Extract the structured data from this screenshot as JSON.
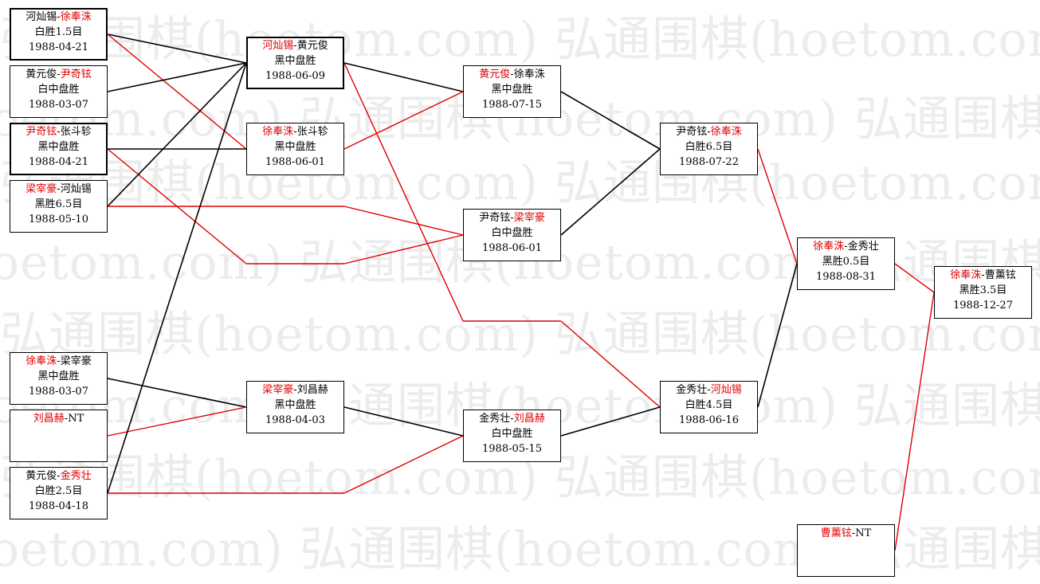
{
  "watermark": "弘通围棋(hoetom.com)",
  "colors": {
    "winner": "#e00000",
    "text": "#000000",
    "border": "#000000",
    "watermark": "#ececec"
  },
  "matches": [
    {
      "id": "r1m1",
      "p1": "河灿锡",
      "p2": "徐奉洙",
      "winner": "p2",
      "result": "白胜1.5目",
      "date": "1988-04-21"
    },
    {
      "id": "r1m2",
      "p1": "黄元俊",
      "p2": "尹奇铉",
      "winner": "p2",
      "result": "白中盘胜",
      "date": "1988-03-07"
    },
    {
      "id": "r1m3",
      "p1": "尹奇铉",
      "p2": "张斗轸",
      "winner": "p1",
      "result": "黑中盘胜",
      "date": "1988-04-21"
    },
    {
      "id": "r1m4",
      "p1": "梁宰豪",
      "p2": "河灿锡",
      "winner": "p1",
      "result": "黑胜6.5目",
      "date": "1988-05-10"
    },
    {
      "id": "r1m5",
      "p1": "徐奉洙",
      "p2": "梁宰豪",
      "winner": "p1",
      "result": "黑中盘胜",
      "date": "1988-03-07"
    },
    {
      "id": "r1m6",
      "p1": "刘昌赫",
      "p2": "NT",
      "winner": "p1",
      "result": "",
      "date": ""
    },
    {
      "id": "r1m7",
      "p1": "黄元俊",
      "p2": "金秀壮",
      "winner": "p2",
      "result": "白胜2.5目",
      "date": "1988-04-18"
    },
    {
      "id": "r2m1",
      "p1": "河灿锡",
      "p2": "黄元俊",
      "winner": "p1",
      "result": "黑中盘胜",
      "date": "1988-06-09"
    },
    {
      "id": "r2m2",
      "p1": "徐奉洙",
      "p2": "张斗轸",
      "winner": "p1",
      "result": "黑中盘胜",
      "date": "1988-06-01"
    },
    {
      "id": "r2m3",
      "p1": "梁宰豪",
      "p2": "刘昌赫",
      "winner": "p1",
      "result": "黑中盘胜",
      "date": "1988-04-03"
    },
    {
      "id": "r3m1",
      "p1": "黄元俊",
      "p2": "徐奉洙",
      "winner": "p1",
      "result": "黑中盘胜",
      "date": "1988-07-15"
    },
    {
      "id": "r3m2",
      "p1": "尹奇铉",
      "p2": "梁宰豪",
      "winner": "p2",
      "result": "白中盘胜",
      "date": "1988-06-01"
    },
    {
      "id": "r3m3",
      "p1": "金秀壮",
      "p2": "刘昌赫",
      "winner": "p2",
      "result": "白中盘胜",
      "date": "1988-05-15"
    },
    {
      "id": "r4m1",
      "p1": "尹奇铉",
      "p2": "徐奉洙",
      "winner": "p2",
      "result": "白胜6.5目",
      "date": "1988-07-22"
    },
    {
      "id": "r4m2",
      "p1": "金秀壮",
      "p2": "河灿锡",
      "winner": "p2",
      "result": "白胜4.5目",
      "date": "1988-06-16"
    },
    {
      "id": "r5m1",
      "p1": "徐奉洙",
      "p2": "金秀壮",
      "winner": "p1",
      "result": "黑胜0.5目",
      "date": "1988-08-31"
    },
    {
      "id": "r5m2",
      "p1": "曹薰铉",
      "p2": "NT",
      "winner": "p1",
      "result": "",
      "date": ""
    },
    {
      "id": "final",
      "p1": "徐奉洙",
      "p2": "曹薰铉",
      "winner": "p1",
      "result": "黑胜3.5目",
      "date": "1988-12-27"
    }
  ]
}
